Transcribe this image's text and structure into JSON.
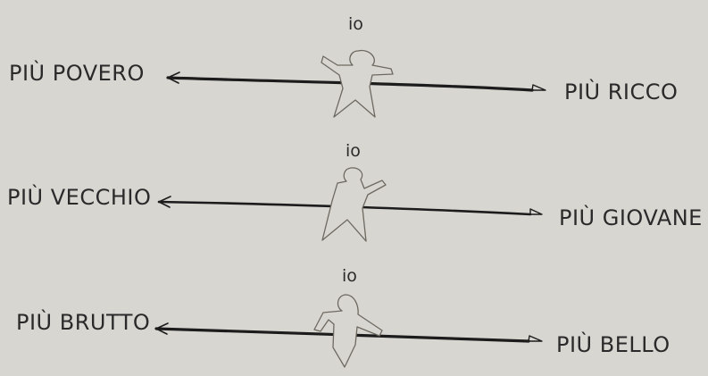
{
  "page": {
    "background": "#d8d6d1",
    "ink": "#2a2a2a"
  },
  "rows": [
    {
      "left_label": "PIÙ POVERO",
      "right_label": "PIÙ RICCO",
      "self_label": "io"
    },
    {
      "left_label": "PIÙ VECCHIO",
      "right_label": "PIÙ GIOVANE",
      "self_label": "io"
    },
    {
      "left_label": "PIÙ BRUTTO",
      "right_label": "PIÙ BELLO",
      "self_label": "io"
    }
  ],
  "icons": {
    "figure": "stick-figure-icon",
    "left_arrow": "arrowhead-left-icon",
    "right_arrow": "arrowhead-right-icon"
  }
}
